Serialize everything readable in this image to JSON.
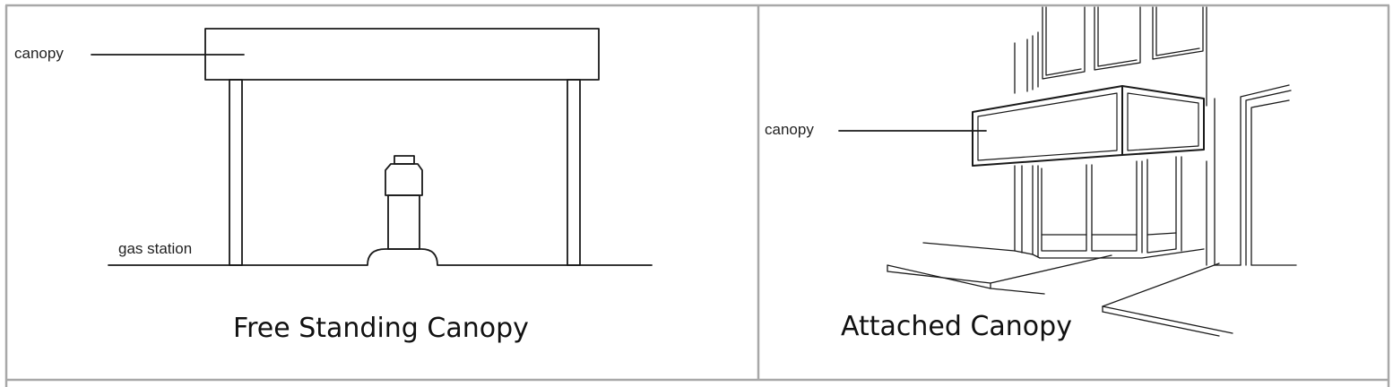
{
  "panels": [
    {
      "id": "free-standing",
      "caption": "Free Standing Canopy",
      "labels": {
        "canopy": "canopy",
        "ground": "gas station"
      }
    },
    {
      "id": "attached",
      "caption": "Attached Canopy",
      "labels": {
        "canopy": "canopy"
      }
    }
  ],
  "colors": {
    "border": "#a8a8a8",
    "line": "#1a1a1a",
    "background": "#ffffff"
  }
}
